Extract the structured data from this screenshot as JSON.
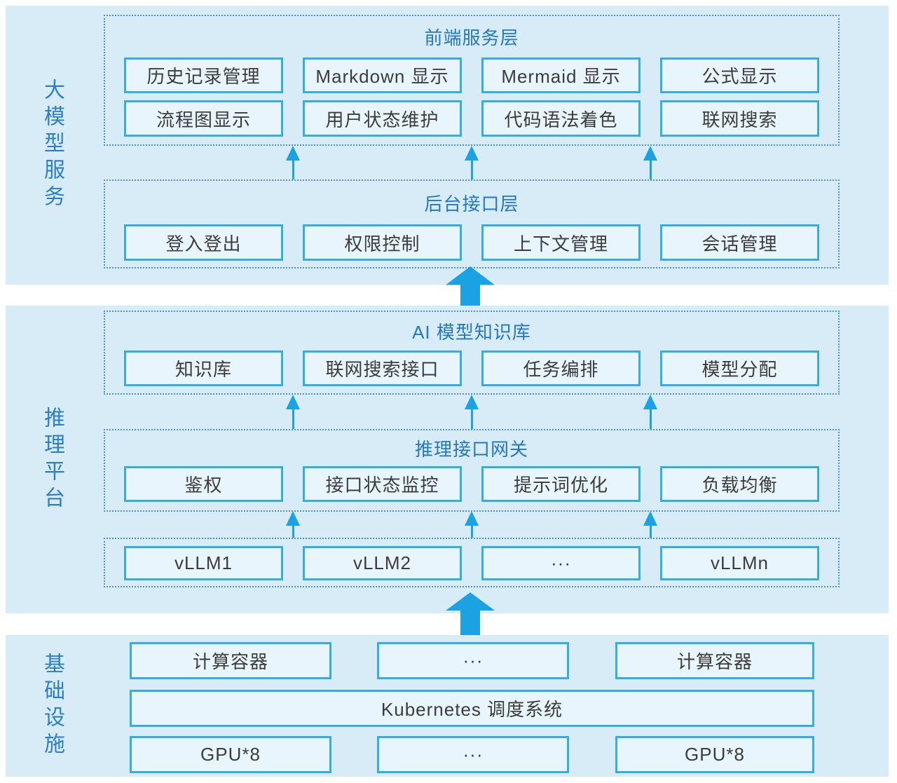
{
  "diagram_title": "",
  "colors": {
    "band_background": "#d8ecf7",
    "box_fill": "#e8f5fc",
    "box_border": "#35aede",
    "dotted_container_border": "#4a93c4",
    "layer_title_text": "#2677bc",
    "side_label_text": "#2e7fc2",
    "box_text": "#3c3c3c",
    "arrow": "#1ba2e3"
  },
  "sections": [
    {
      "side_label": "大模型服务",
      "containers": [
        {
          "title": "前端服务层",
          "rows": [
            [
              "历史记录管理",
              "Markdown 显示",
              "Mermaid 显示",
              "公式显示"
            ],
            [
              "流程图显示",
              "用户状态维护",
              "代码语法着色",
              "联网搜索"
            ]
          ]
        },
        {
          "title": "后台接口层",
          "rows": [
            [
              "登入登出",
              "权限控制",
              "上下文管理",
              "会话管理"
            ]
          ]
        }
      ]
    },
    {
      "side_label": "推理平台",
      "containers": [
        {
          "title": "AI 模型知识库",
          "rows": [
            [
              "知识库",
              "联网搜索接口",
              "任务编排",
              "模型分配"
            ]
          ]
        },
        {
          "title": "推理接口网关",
          "rows": [
            [
              "鉴权",
              "接口状态监控",
              "提示词优化",
              "负载均衡"
            ]
          ]
        },
        {
          "title": "",
          "rows": [
            [
              "vLLM1",
              "vLLM2",
              "···",
              "vLLMn"
            ]
          ]
        }
      ]
    },
    {
      "side_label": "基础设施",
      "rows": [
        [
          "计算容器",
          "···",
          "计算容器"
        ],
        [
          "Kubernetes 调度系统"
        ],
        [
          "GPU*8",
          "···",
          "GPU*8"
        ]
      ]
    }
  ]
}
